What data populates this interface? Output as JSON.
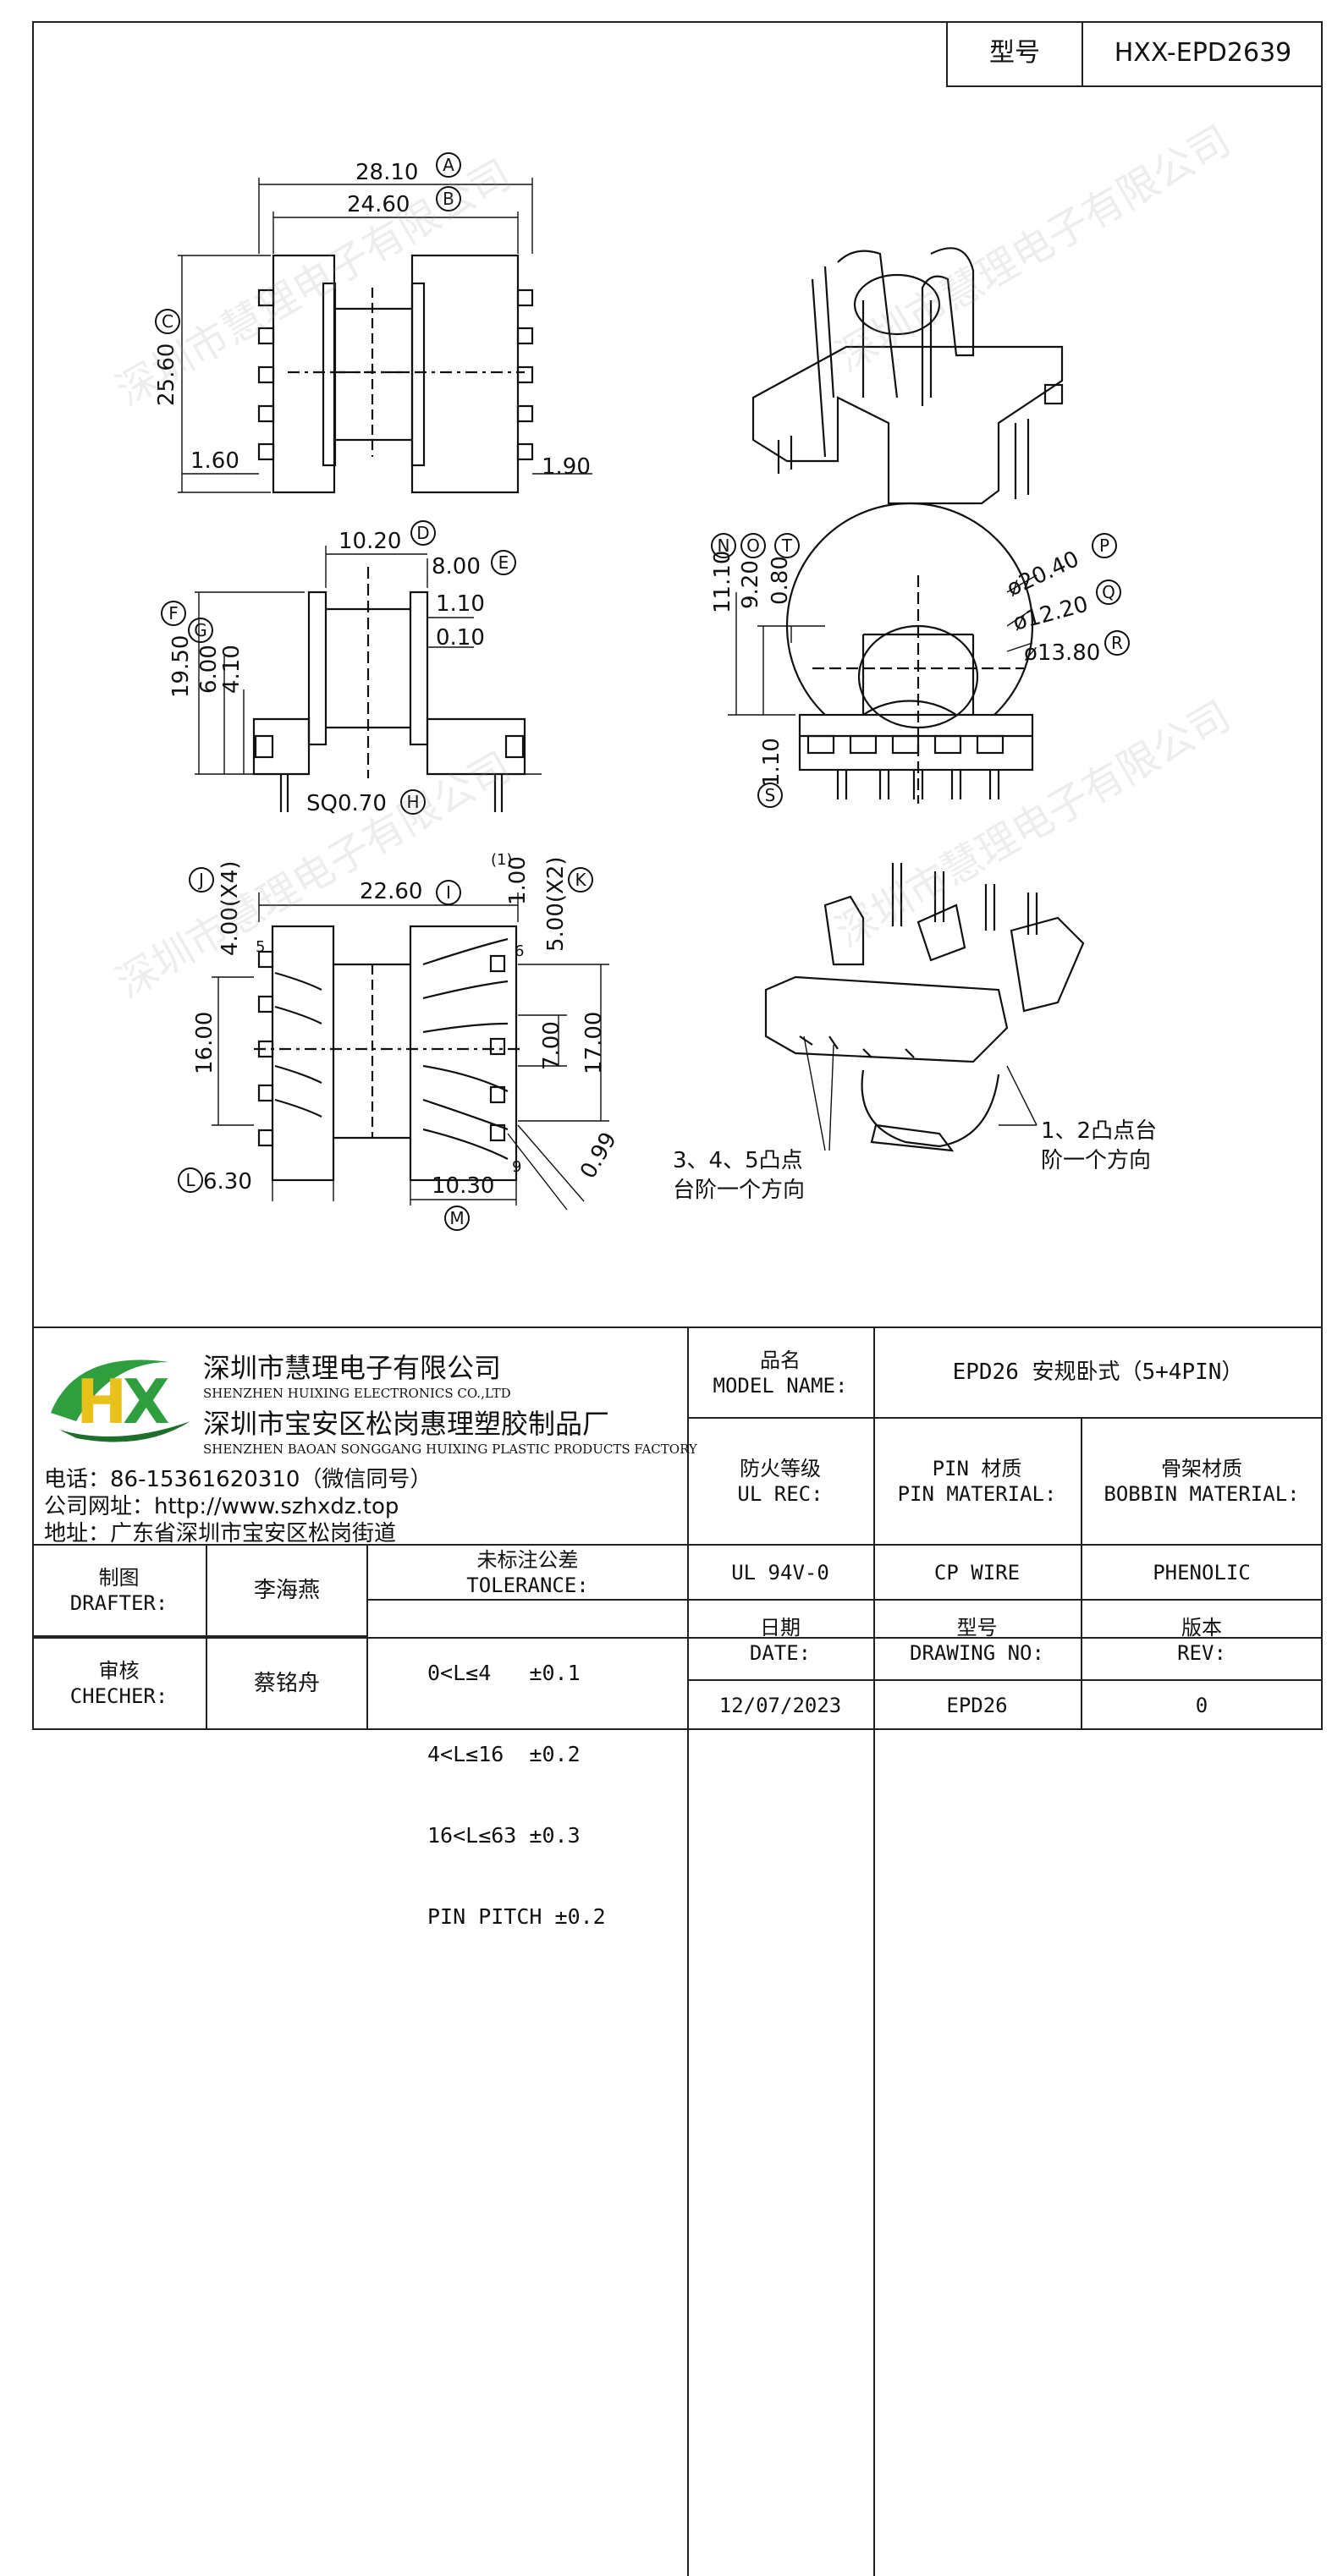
{
  "header": {
    "model_label": "型号",
    "model_value": "HXX-EPD2639"
  },
  "drawing": {
    "dims_top": [
      "28.10",
      "24.60",
      "25.60",
      "1.60",
      "1.90"
    ],
    "dims_side": [
      "10.20",
      "8.00",
      "1.10",
      "0.10",
      "19.50",
      "6.00",
      "4.10",
      "SQ0.70"
    ],
    "dims_front": [
      "11.10",
      "9.20",
      "0.80",
      "ø20.40",
      "ø12.20",
      "ø13.80",
      "1.10"
    ],
    "dims_bottom": [
      "22.60",
      "1.00",
      "4.00(X4)",
      "5.00(X2)",
      "16.00",
      "7.00",
      "17.00",
      "0.99",
      "6.30",
      "10.30"
    ],
    "markers": [
      "A",
      "B",
      "C",
      "D",
      "E",
      "F",
      "G",
      "H",
      "I",
      "J",
      "K",
      "L",
      "M",
      "N",
      "O",
      "P",
      "Q",
      "R",
      "S",
      "T"
    ],
    "pin_numbers": [
      "5",
      "6",
      "9",
      "(1)"
    ],
    "note_left_1": "3、4、5凸点",
    "note_left_2": "台阶一个方向",
    "note_right_1": "1、2凸点台",
    "note_right_2": "阶一个方向",
    "watermark": "深圳市慧理电子有限公司"
  },
  "company": {
    "name_cn": "深圳市慧理电子有限公司",
    "name_en": "SHENZHEN HUIXING ELECTRONICS CO.,LTD",
    "factory_cn": "深圳市宝安区松岗惠理塑胶制品厂",
    "factory_en": "SHENZHEN BAOAN SONGGANG HUIXING PLASTIC PRODUCTS FACTORY",
    "phone": "电话：86-15361620310（微信同号）",
    "website": "公司网址：http://www.szhxdz.top",
    "address": "地址：广东省深圳市宝安区松岗街道",
    "logo_text": "HX",
    "colors": {
      "logo_green": "#2e9e3e",
      "logo_yellow": "#e8c21a",
      "logo_dark": "#1e6f2c"
    }
  },
  "table": {
    "model_name_label": [
      "品名",
      "MODEL NAME:"
    ],
    "model_name_value": "EPD26 安规卧式（5+4PIN）",
    "ul_label": [
      "防火等级",
      "UL REC:"
    ],
    "pin_label": [
      "PIN 材质",
      "PIN MATERIAL:"
    ],
    "bobbin_label": [
      "骨架材质",
      "BOBBIN MATERIAL:"
    ],
    "ul_value": "UL 94V-0",
    "pin_value": "CP WIRE",
    "bobbin_value": "PHENOLIC",
    "drafter_label": [
      "制图",
      "DRAFTER:"
    ],
    "drafter_value": "李海燕",
    "checker_label": [
      "审核",
      "CHECHER:"
    ],
    "checker_value": "蔡铭舟",
    "tolerance_label": [
      "未标注公差",
      "TOLERANCE:"
    ],
    "tolerance_rows": [
      "0<L≤4   ±0.1",
      "4<L≤16  ±0.2",
      "16<L≤63 ±0.3",
      "PIN PITCH ±0.2"
    ],
    "date_label": [
      "日期",
      "DATE:"
    ],
    "drawing_no_label": [
      "型号",
      "DRAWING NO:"
    ],
    "rev_label": [
      "版本",
      "REV:"
    ],
    "date_value": "12/07/2023",
    "drawing_no_value": "EPD26",
    "rev_value": "0"
  }
}
